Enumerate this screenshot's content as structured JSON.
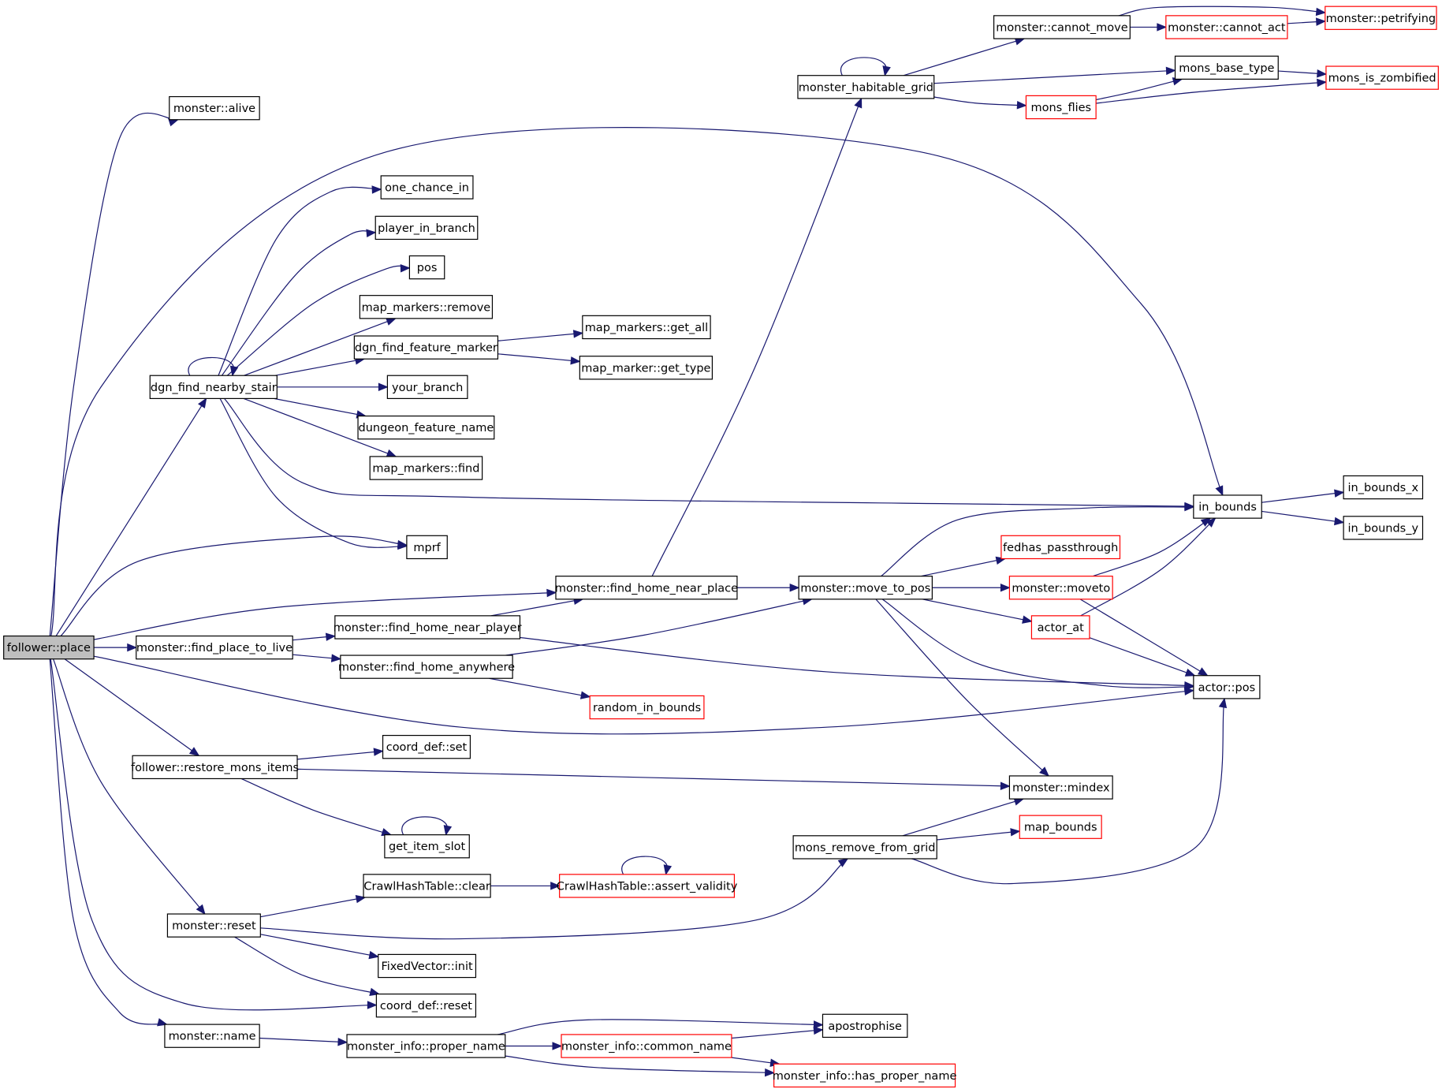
{
  "diagram": {
    "type": "call-graph",
    "colors": {
      "edge": "#191970",
      "node_border": "#000000",
      "node_border_truncated": "#ff0000",
      "root_fill": "#bfbfbf"
    },
    "nodes": [
      {
        "id": "follower_place",
        "label": "follower::place",
        "root": true
      },
      {
        "id": "monster_alive",
        "label": "monster::alive"
      },
      {
        "id": "one_chance_in",
        "label": "one_chance_in"
      },
      {
        "id": "player_in_branch",
        "label": "player_in_branch"
      },
      {
        "id": "pos",
        "label": "pos"
      },
      {
        "id": "map_markers_remove",
        "label": "map_markers::remove"
      },
      {
        "id": "dgn_find_feature_marker",
        "label": "dgn_find_feature_marker"
      },
      {
        "id": "dgn_find_nearby_stair",
        "label": "dgn_find_nearby_stair"
      },
      {
        "id": "your_branch",
        "label": "your_branch"
      },
      {
        "id": "dungeon_feature_name",
        "label": "dungeon_feature_name"
      },
      {
        "id": "map_markers_find",
        "label": "map_markers::find"
      },
      {
        "id": "mprf",
        "label": "mprf"
      },
      {
        "id": "map_markers_get_all",
        "label": "map_markers::get_all"
      },
      {
        "id": "map_marker_get_type",
        "label": "map_marker::get_type"
      },
      {
        "id": "monster_habitable_grid",
        "label": "monster_habitable_grid"
      },
      {
        "id": "monster_cannot_move",
        "label": "monster::cannot_move"
      },
      {
        "id": "monster_cannot_act",
        "label": "monster::cannot_act",
        "red": true
      },
      {
        "id": "monster_petrifying",
        "label": "monster::petrifying",
        "red": true
      },
      {
        "id": "mons_base_type",
        "label": "mons_base_type"
      },
      {
        "id": "mons_is_zombified",
        "label": "mons_is_zombified",
        "red": true
      },
      {
        "id": "mons_flies",
        "label": "mons_flies",
        "red": true
      },
      {
        "id": "in_bounds",
        "label": "in_bounds"
      },
      {
        "id": "in_bounds_x",
        "label": "in_bounds_x"
      },
      {
        "id": "in_bounds_y",
        "label": "in_bounds_y"
      },
      {
        "id": "fedhas_passthrough",
        "label": "fedhas_passthrough",
        "red": true
      },
      {
        "id": "monster_find_home_near_place",
        "label": "monster::find_home_near_place"
      },
      {
        "id": "monster_move_to_pos",
        "label": "monster::move_to_pos"
      },
      {
        "id": "monster_moveto",
        "label": "monster::moveto",
        "red": true
      },
      {
        "id": "actor_at",
        "label": "actor_at",
        "red": true
      },
      {
        "id": "actor_pos",
        "label": "actor::pos"
      },
      {
        "id": "monster_find_place_to_live",
        "label": "monster::find_place_to_live"
      },
      {
        "id": "monster_find_home_near_player",
        "label": "monster::find_home_near_player"
      },
      {
        "id": "monster_find_home_anywhere",
        "label": "monster::find_home_anywhere"
      },
      {
        "id": "random_in_bounds",
        "label": "random_in_bounds",
        "red": true
      },
      {
        "id": "follower_restore_mons_items",
        "label": "follower::restore_mons_items"
      },
      {
        "id": "coord_def_set",
        "label": "coord_def::set"
      },
      {
        "id": "monster_mindex",
        "label": "monster::mindex"
      },
      {
        "id": "get_item_slot",
        "label": "get_item_slot"
      },
      {
        "id": "map_bounds",
        "label": "map_bounds",
        "red": true
      },
      {
        "id": "mons_remove_from_grid",
        "label": "mons_remove_from_grid"
      },
      {
        "id": "crawlhashtable_clear",
        "label": "CrawlHashTable::clear"
      },
      {
        "id": "crawlhashtable_assert_validity",
        "label": "CrawlHashTable::assert_validity",
        "red": true
      },
      {
        "id": "monster_reset",
        "label": "monster::reset"
      },
      {
        "id": "fixedvector_init",
        "label": "FixedVector::init"
      },
      {
        "id": "coord_def_reset",
        "label": "coord_def::reset"
      },
      {
        "id": "monster_name",
        "label": "monster::name"
      },
      {
        "id": "monster_info_proper_name",
        "label": "monster_info::proper_name"
      },
      {
        "id": "monster_info_common_name",
        "label": "monster_info::common_name",
        "red": true
      },
      {
        "id": "apostrophise",
        "label": "apostrophise"
      },
      {
        "id": "monster_info_has_proper_name",
        "label": "monster_info::has_proper_name",
        "red": true
      }
    ],
    "edges": [
      [
        "follower_place",
        "monster_alive"
      ],
      [
        "follower_place",
        "in_bounds"
      ],
      [
        "follower_place",
        "dgn_find_nearby_stair"
      ],
      [
        "follower_place",
        "mprf"
      ],
      [
        "follower_place",
        "monster_find_home_near_place"
      ],
      [
        "follower_place",
        "monster_find_place_to_live"
      ],
      [
        "follower_place",
        "actor_pos"
      ],
      [
        "follower_place",
        "follower_restore_mons_items"
      ],
      [
        "follower_place",
        "monster_reset"
      ],
      [
        "follower_place",
        "coord_def_reset"
      ],
      [
        "follower_place",
        "monster_name"
      ],
      [
        "dgn_find_nearby_stair",
        "one_chance_in"
      ],
      [
        "dgn_find_nearby_stair",
        "player_in_branch"
      ],
      [
        "dgn_find_nearby_stair",
        "pos"
      ],
      [
        "dgn_find_nearby_stair",
        "map_markers_remove"
      ],
      [
        "dgn_find_nearby_stair",
        "dgn_find_feature_marker"
      ],
      [
        "dgn_find_nearby_stair",
        "your_branch"
      ],
      [
        "dgn_find_nearby_stair",
        "dungeon_feature_name"
      ],
      [
        "dgn_find_nearby_stair",
        "map_markers_find"
      ],
      [
        "dgn_find_nearby_stair",
        "in_bounds"
      ],
      [
        "dgn_find_nearby_stair",
        "mprf"
      ],
      [
        "dgn_find_nearby_stair",
        "dgn_find_nearby_stair"
      ],
      [
        "dgn_find_feature_marker",
        "map_markers_get_all"
      ],
      [
        "dgn_find_feature_marker",
        "map_marker_get_type"
      ],
      [
        "monster_find_home_near_place",
        "monster_habitable_grid"
      ],
      [
        "monster_find_home_near_place",
        "monster_move_to_pos"
      ],
      [
        "monster_habitable_grid",
        "monster_habitable_grid"
      ],
      [
        "monster_habitable_grid",
        "monster_cannot_move"
      ],
      [
        "monster_habitable_grid",
        "mons_base_type"
      ],
      [
        "monster_habitable_grid",
        "mons_flies"
      ],
      [
        "monster_cannot_move",
        "monster_cannot_act"
      ],
      [
        "monster_cannot_move",
        "monster_petrifying"
      ],
      [
        "monster_cannot_act",
        "monster_petrifying"
      ],
      [
        "mons_base_type",
        "mons_is_zombified"
      ],
      [
        "mons_flies",
        "mons_base_type"
      ],
      [
        "mons_flies",
        "mons_is_zombified"
      ],
      [
        "in_bounds",
        "in_bounds_x"
      ],
      [
        "in_bounds",
        "in_bounds_y"
      ],
      [
        "monster_move_to_pos",
        "in_bounds"
      ],
      [
        "monster_move_to_pos",
        "fedhas_passthrough"
      ],
      [
        "monster_move_to_pos",
        "monster_moveto"
      ],
      [
        "monster_move_to_pos",
        "actor_at"
      ],
      [
        "monster_move_to_pos",
        "actor_pos"
      ],
      [
        "monster_move_to_pos",
        "monster_mindex"
      ],
      [
        "monster_moveto",
        "in_bounds"
      ],
      [
        "monster_moveto",
        "actor_pos"
      ],
      [
        "actor_at",
        "in_bounds"
      ],
      [
        "actor_at",
        "actor_pos"
      ],
      [
        "monster_find_place_to_live",
        "monster_find_home_near_player"
      ],
      [
        "monster_find_place_to_live",
        "monster_find_home_anywhere"
      ],
      [
        "monster_find_home_near_player",
        "monster_find_home_near_place"
      ],
      [
        "monster_find_home_near_player",
        "actor_pos"
      ],
      [
        "monster_find_home_anywhere",
        "monster_move_to_pos"
      ],
      [
        "monster_find_home_anywhere",
        "random_in_bounds"
      ],
      [
        "follower_restore_mons_items",
        "coord_def_set"
      ],
      [
        "follower_restore_mons_items",
        "monster_mindex"
      ],
      [
        "follower_restore_mons_items",
        "get_item_slot"
      ],
      [
        "get_item_slot",
        "get_item_slot"
      ],
      [
        "mons_remove_from_grid",
        "monster_mindex"
      ],
      [
        "mons_remove_from_grid",
        "map_bounds"
      ],
      [
        "mons_remove_from_grid",
        "actor_pos"
      ],
      [
        "monster_reset",
        "crawlhashtable_clear"
      ],
      [
        "monster_reset",
        "mons_remove_from_grid"
      ],
      [
        "monster_reset",
        "fixedvector_init"
      ],
      [
        "monster_reset",
        "coord_def_reset"
      ],
      [
        "crawlhashtable_clear",
        "crawlhashtable_assert_validity"
      ],
      [
        "crawlhashtable_assert_validity",
        "crawlhashtable_assert_validity"
      ],
      [
        "monster_name",
        "monster_info_proper_name"
      ],
      [
        "monster_info_proper_name",
        "monster_info_common_name"
      ],
      [
        "monster_info_proper_name",
        "apostrophise"
      ],
      [
        "monster_info_proper_name",
        "monster_info_has_proper_name"
      ],
      [
        "monster_info_common_name",
        "apostrophise"
      ],
      [
        "monster_info_common_name",
        "monster_info_has_proper_name"
      ]
    ]
  }
}
